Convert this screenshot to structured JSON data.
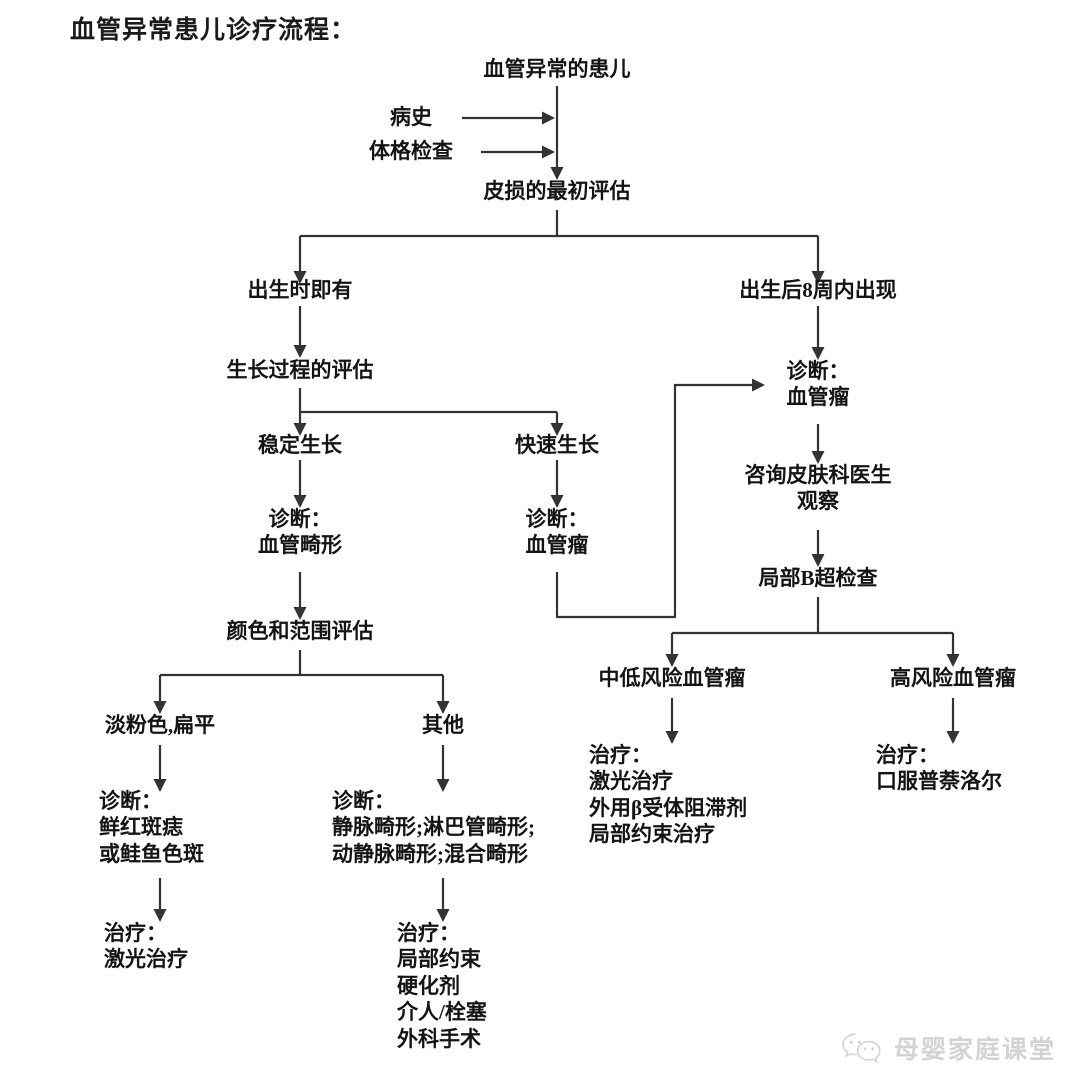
{
  "title": "血管异常患儿诊疗流程：",
  "watermark": {
    "icon": "wechat-icon",
    "text": "母婴家庭课堂"
  },
  "nodes": {
    "root": "血管异常的患儿",
    "history": "病史",
    "physical_exam": "体格检查",
    "initial_assessment": "皮损的最初评估",
    "branch_congenital": "出生时即有",
    "branch_postnatal": "出生后8周内出现",
    "growth_assessment": "生长过程的评估",
    "stable_growth": "稳定生长",
    "rapid_growth": "快速生长",
    "dx_malformation_l1": "诊断：",
    "dx_malformation_l2": "血管畸形",
    "dx_hemangioma_left_l1": "诊断：",
    "dx_hemangioma_left_l2": "血管瘤",
    "dx_hemangioma_right_l1": "诊断：",
    "dx_hemangioma_right_l2": "血管瘤",
    "consult_l1": "咨询皮肤科医生",
    "consult_l2": "观察",
    "ultrasound": "局部B超检查",
    "color_extent": "颜色和范围评估",
    "pale_pink_flat": "淡粉色,扁平",
    "other": "其他",
    "dx_nevus_l1": "诊断：",
    "dx_nevus_l2": "鲜红斑痣",
    "dx_nevus_l3": "或鲑鱼色斑",
    "dx_other_l1": "诊断：",
    "dx_other_l2": "静脉畸形;淋巴管畸形;",
    "dx_other_l3": "动静脉畸形;混合畸形",
    "tx_laser_l1": "治疗：",
    "tx_laser_l2": "激光治疗",
    "tx_other_l1": "治疗：",
    "tx_other_l2": "局部约束",
    "tx_other_l3": "硬化剂",
    "tx_other_l4": "介人/栓塞",
    "tx_other_l5": "外科手术",
    "risk_low_mid": "中低风险血管瘤",
    "risk_high": "高风险血管瘤",
    "tx_low_mid_l1": "治疗：",
    "tx_low_mid_l2": "激光治疗",
    "tx_low_mid_l3": "外用β受体阻滞剂",
    "tx_low_mid_l4": "局部约束治疗",
    "tx_high_l1": "治疗：",
    "tx_high_l2": "口服普萘洛尔"
  },
  "colors": {
    "line": "#333333",
    "text": "#141414",
    "background": "#ffffff",
    "watermark": "#8d8d95"
  }
}
